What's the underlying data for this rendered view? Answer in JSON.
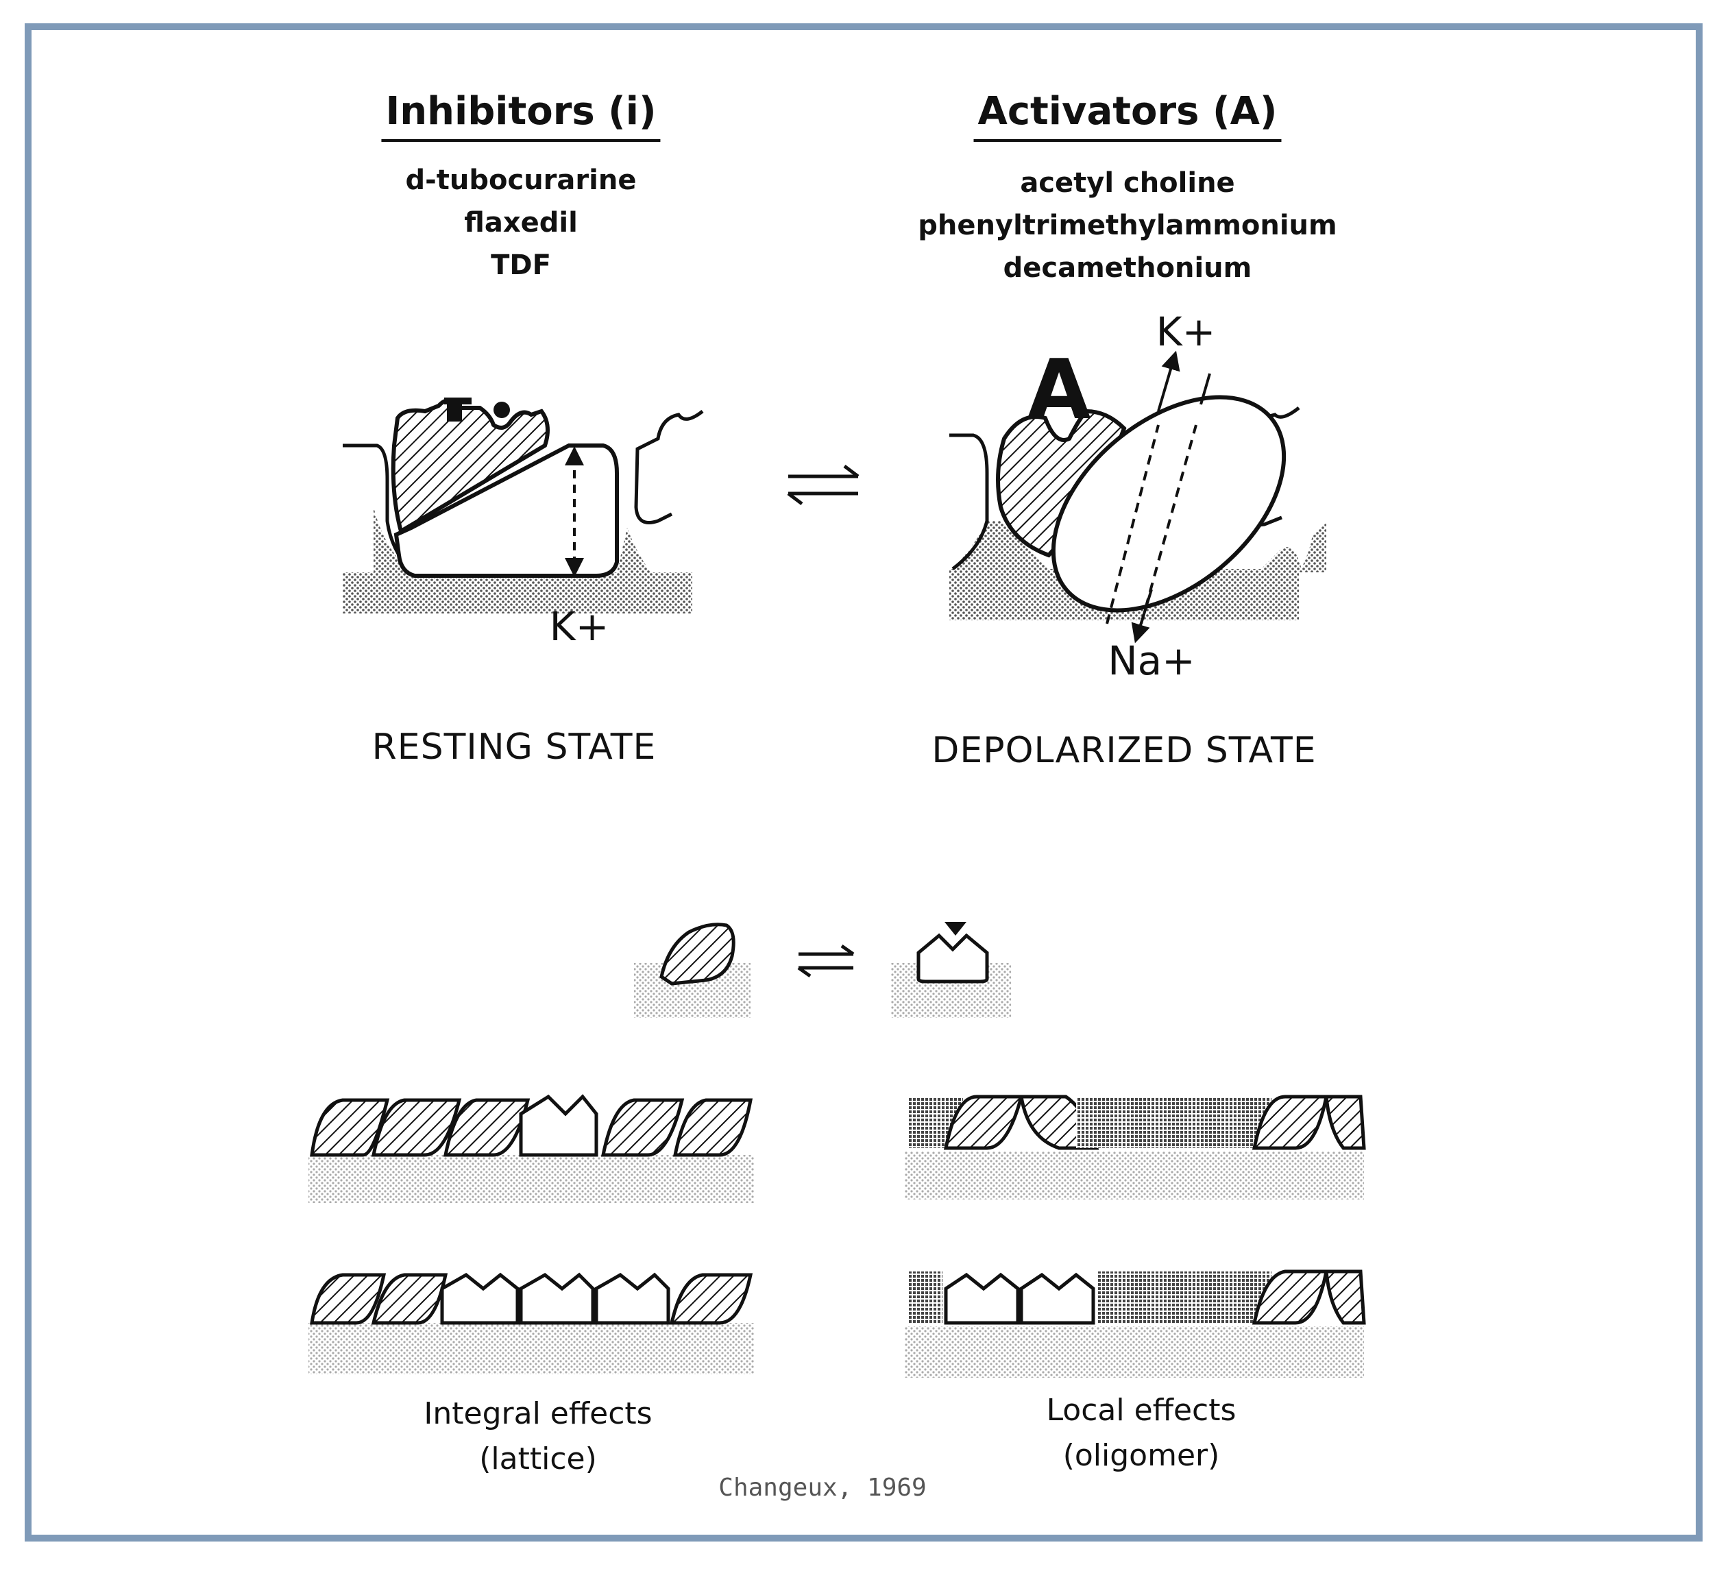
{
  "inhibitors": {
    "heading": "Inhibitors (i)",
    "items": [
      "d-tubocurarine",
      "flaxedil",
      "TDF"
    ]
  },
  "activators": {
    "heading": "Activators (A)",
    "items": [
      "acetyl choline",
      "phenyltrimethylammonium",
      "decamethonium"
    ]
  },
  "resting": {
    "state_label": "RESTING STATE",
    "ion": "K+"
  },
  "depolarized": {
    "state_label": "DEPOLARIZED STATE",
    "ion_out": "K+",
    "ion_in": "Na+",
    "ligand": "A"
  },
  "effects": {
    "integral": [
      "Integral effects",
      "(lattice)"
    ],
    "local": [
      "Local effects",
      "(oligomer)"
    ]
  },
  "citation": "Changeux, 1969",
  "colors": {
    "frame": "#7f9ab8",
    "ink": "#111111"
  }
}
